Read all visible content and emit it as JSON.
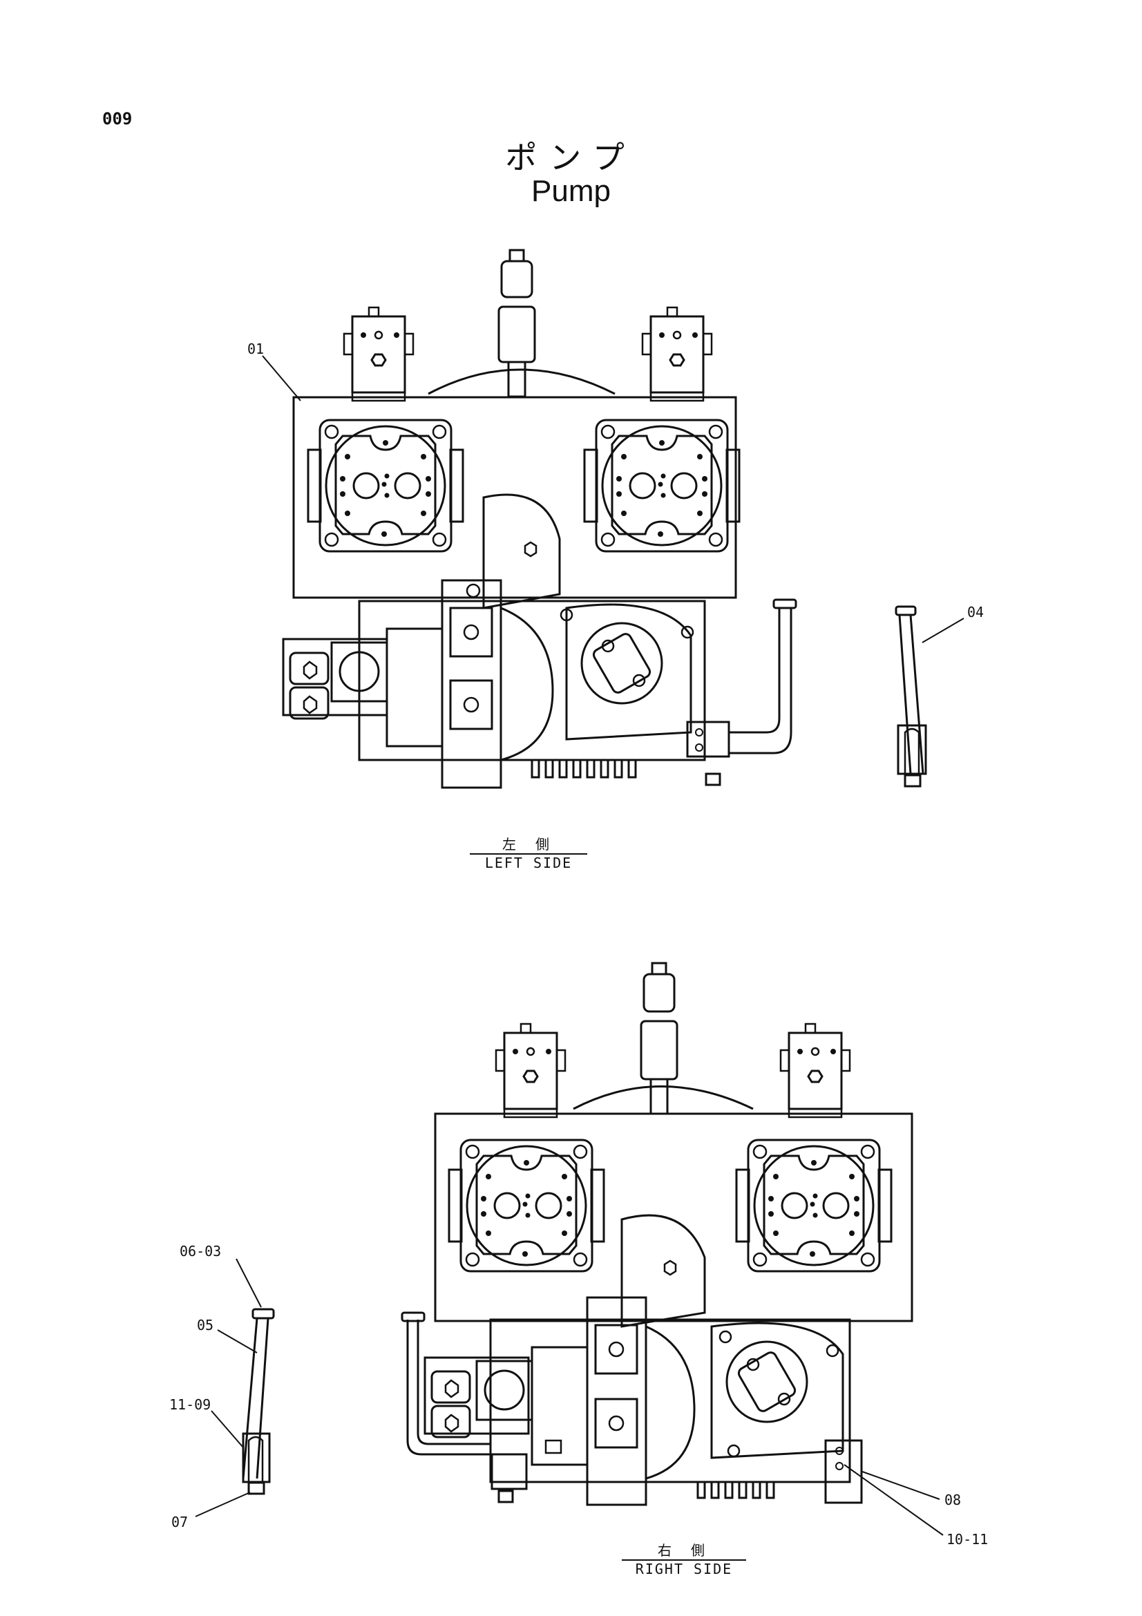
{
  "page_number": "009",
  "title_jp": "ポンプ",
  "title_en": "Pump",
  "views": {
    "left": {
      "caption_jp": "左 側",
      "caption_en": "LEFT SIDE"
    },
    "right": {
      "caption_jp": "右 側",
      "caption_en": "RIGHT SIDE"
    }
  },
  "callouts": {
    "c01": "01",
    "c04": "04",
    "c0603": "06-03",
    "c05": "05",
    "c1109": "11-09",
    "c07": "07",
    "c08": "08",
    "c1011": "10-11"
  }
}
